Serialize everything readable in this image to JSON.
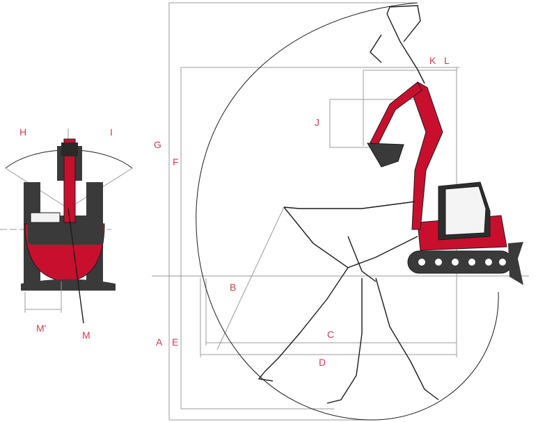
{
  "labels": {
    "A": "A",
    "B": "B",
    "C": "C",
    "D": "D",
    "E": "E",
    "F": "F",
    "G": "G",
    "H": "H",
    "I": "I",
    "J": "J",
    "K": "K",
    "L": "L",
    "M": "M",
    "M_prime": "M'"
  },
  "colors": {
    "label": "#d23a52",
    "machine_red": "#c8102e",
    "machine_dark": "#3a3a3a",
    "dimension_line": "#9a9a9a",
    "outline": "#1a1a1a"
  }
}
